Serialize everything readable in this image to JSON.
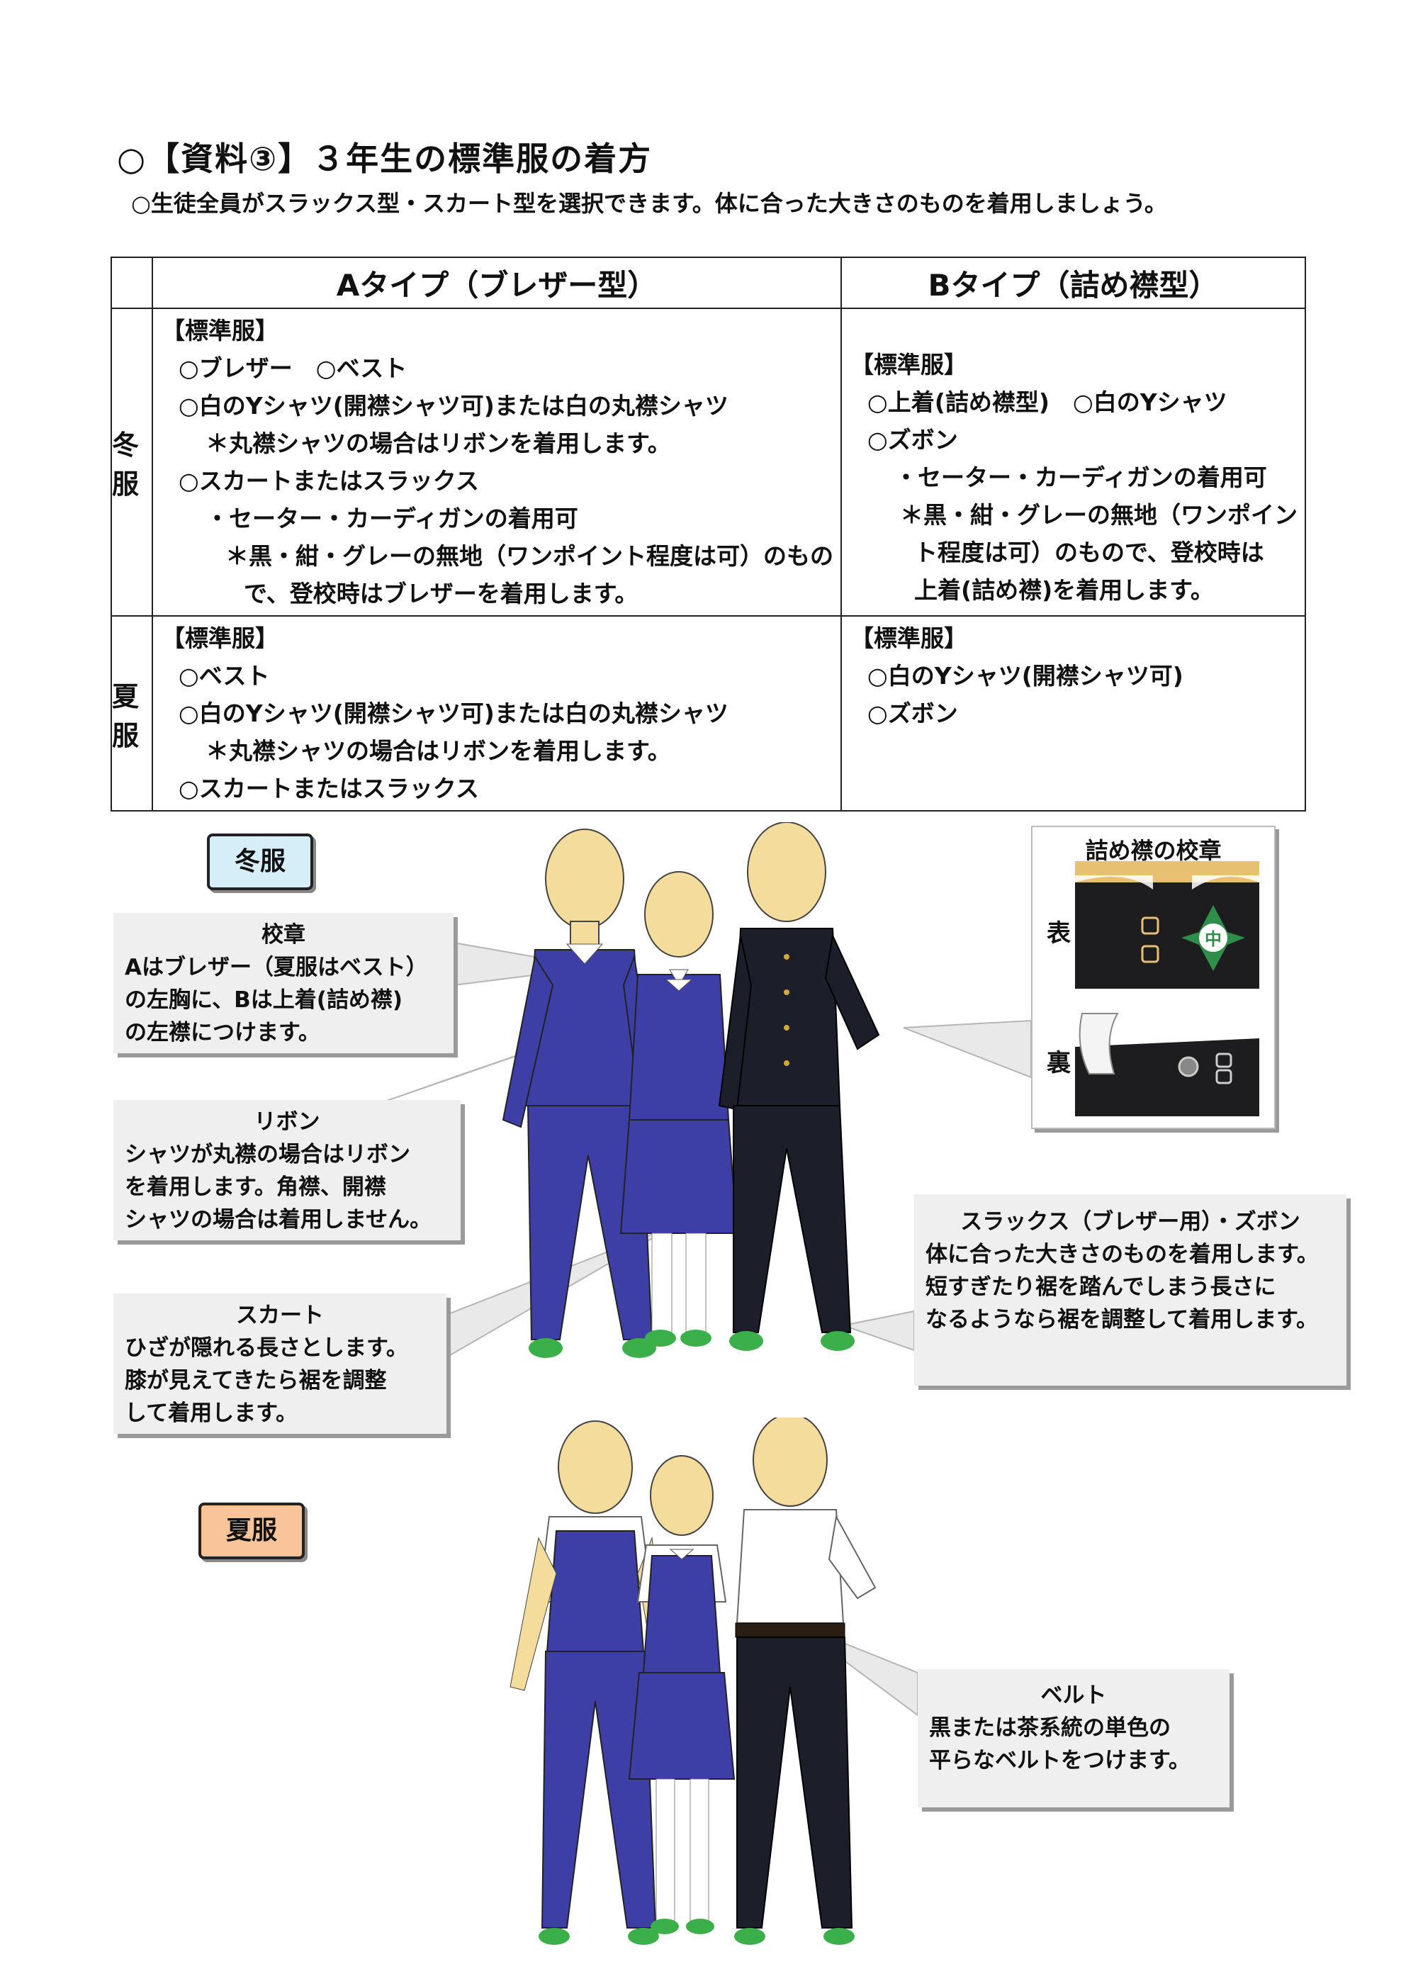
{
  "header": {
    "title": "○【資料③】３年生の標準服の着方",
    "subtitle": "○生徒全員がスラックス型・スカート型を選択できます。体に合った大きさのものを着用しましょう。"
  },
  "table": {
    "col_a": "Aタイプ（ブレザー型）",
    "col_b": "Bタイプ（詰め襟型）",
    "winter": {
      "label": "冬 服",
      "a": [
        "【標準服】",
        "○ブレザー　○ベスト",
        "○白のYシャツ(開襟シャツ可)または白の丸襟シャツ",
        "＊丸襟シャツの場合はリボンを着用します。",
        "○スカートまたはスラックス",
        "・セーター・カーディガンの着用可",
        "＊黒・紺・グレーの無地（ワンポイント程度は可）のもの",
        "で、登校時はブレザーを着用します。"
      ],
      "b": [
        "【標準服】",
        "○上着(詰め襟型)　○白のYシャツ",
        "○ズボン",
        "・セーター・カーディガンの着用可",
        "＊黒・紺・グレーの無地（ワンポイン",
        "ト程度は可）のもので、登校時は",
        "上着(詰め襟)を着用します。"
      ]
    },
    "summer": {
      "label": "夏 服",
      "a": [
        "【標準服】",
        "○ベスト",
        "○白のYシャツ(開襟シャツ可)または白の丸襟シャツ",
        "＊丸襟シャツの場合はリボンを着用します。",
        "○スカートまたはスラックス"
      ],
      "b": [
        "【標準服】",
        "○白のYシャツ(開襟シャツ可)",
        "○ズボン"
      ]
    }
  },
  "badges": {
    "winter": "冬服",
    "summer": "夏服"
  },
  "callouts": {
    "emblem": {
      "title": "校章",
      "lines": [
        "Aはブレザー（夏服はベスト）",
        "の左胸に、Bは上着(詰め襟)",
        "の左襟につけます。"
      ]
    },
    "ribbon": {
      "title": "リボン",
      "lines": [
        "シャツが丸襟の場合はリボン",
        "を着用します。角襟、開襟",
        "シャツの場合は着用しません。"
      ]
    },
    "skirt": {
      "title": "スカート",
      "lines": [
        "ひざが隠れる長さとします。",
        "膝が見えてきたら裾を調整",
        "して着用します。"
      ]
    },
    "slacks": {
      "title": "スラックス（ブレザー用）・ズボン",
      "lines": [
        "体に合った大きさのものを着用します。",
        "短すぎたり裾を踏んでしまう長さに",
        "なるようなら裾を調整して着用します。"
      ]
    },
    "belt": {
      "title": "ベルト",
      "lines": [
        "黒または茶系統の単色の",
        "平らなベルトをつけます。"
      ]
    }
  },
  "emblem_box": {
    "title": "詰め襟の校章",
    "front": "表",
    "back": "裏",
    "emblem_char": "中"
  },
  "colors": {
    "winter_badge_bg": "#d6eef8",
    "summer_badge_bg": "#f9c49a",
    "blazer_blue": "#3d3fa6",
    "gakuran_black": "#1c1f2a",
    "skin": "#f3dc9c",
    "shoe_green": "#3bb04a",
    "callout_bg": "#efefef"
  }
}
